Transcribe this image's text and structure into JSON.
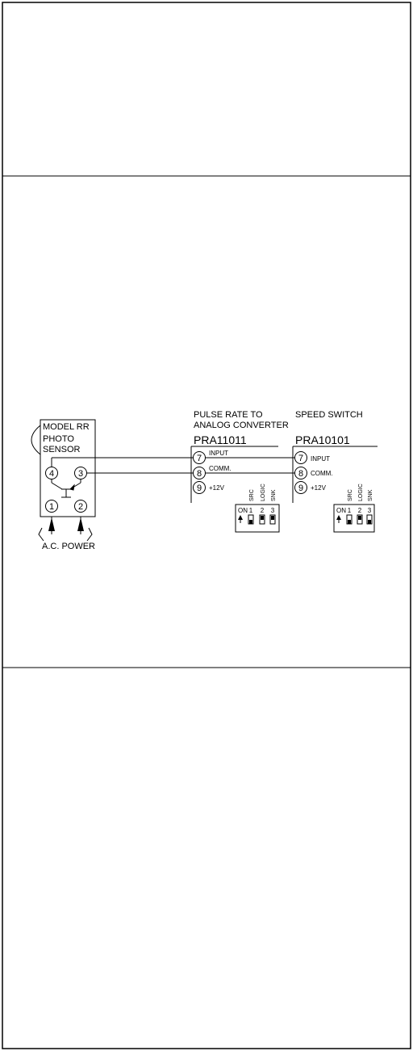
{
  "sensor": {
    "label_line1": "MODEL RR",
    "label_line2": "PHOTO",
    "label_line3": "SENSOR",
    "terminals": [
      "4",
      "3",
      "1",
      "2"
    ],
    "power_label": "A.C. POWER"
  },
  "converter": {
    "title_line1": "PULSE RATE TO",
    "title_line2": "ANALOG CONVERTER",
    "model": "PRA11011",
    "terminals": [
      {
        "num": "7",
        "label": "INPUT"
      },
      {
        "num": "8",
        "label": "COMM."
      },
      {
        "num": "9",
        "label": "+12V"
      }
    ],
    "dip": {
      "on_label": "ON",
      "switch_nums": [
        "1",
        "2",
        "3"
      ],
      "switch_labels": [
        "SRC",
        "LOGIC",
        "SNK"
      ]
    }
  },
  "speed_switch": {
    "title": "SPEED SWITCH",
    "model": "PRA10101",
    "terminals": [
      {
        "num": "7",
        "label": "INPUT"
      },
      {
        "num": "8",
        "label": "COMM."
      },
      {
        "num": "9",
        "label": "+12V"
      }
    ],
    "dip": {
      "on_label": "ON",
      "switch_nums": [
        "1",
        "2",
        "3"
      ],
      "switch_labels": [
        "SRC",
        "LOGIC",
        "SNK"
      ]
    }
  }
}
